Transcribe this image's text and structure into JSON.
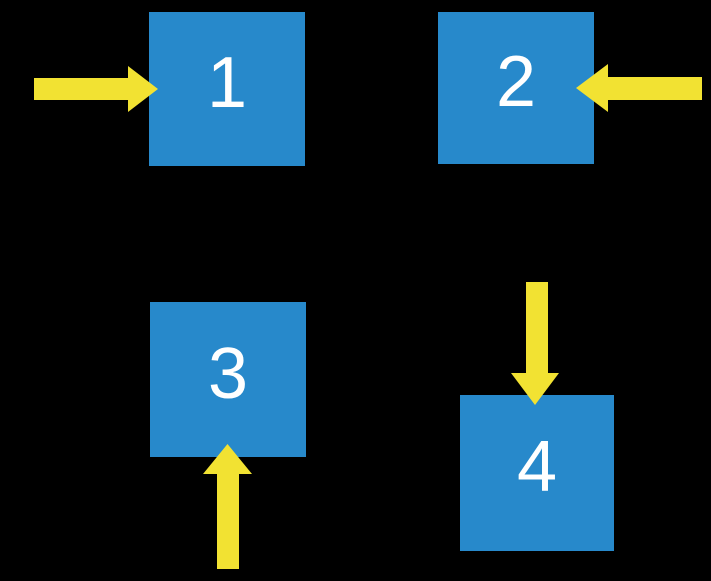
{
  "canvas": {
    "background": "#000000"
  },
  "colors": {
    "box_blue": "#2789CB",
    "arrow_yellow": "#F2E232",
    "label_white": "#FFFFFF"
  },
  "boxes": [
    {
      "label": "1",
      "position": "top-left",
      "arrow_icon": "arrow-right-icon",
      "arrow_enters_from": "left"
    },
    {
      "label": "2",
      "position": "top-right",
      "arrow_icon": "arrow-left-icon",
      "arrow_enters_from": "right"
    },
    {
      "label": "3",
      "position": "bottom-left",
      "arrow_icon": "arrow-up-icon",
      "arrow_enters_from": "bottom"
    },
    {
      "label": "4",
      "position": "bottom-right",
      "arrow_icon": "arrow-down-icon",
      "arrow_enters_from": "top"
    }
  ]
}
